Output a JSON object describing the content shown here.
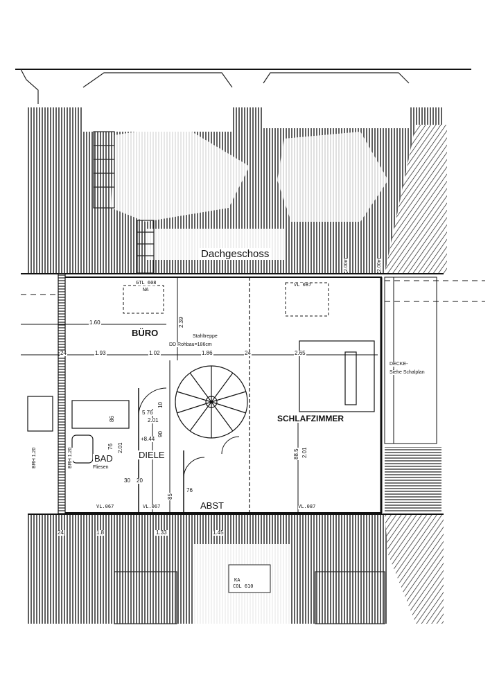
{
  "plan": {
    "floor_label": "Dachgeschoss",
    "rooms": {
      "buero": "BÜRO",
      "schlafzimmer": "SCHLAFZIMMER",
      "bad": "BAD",
      "diele": "DIELE",
      "abst": "ABST"
    },
    "notes": {
      "stahltreppe": "Stahltreppe",
      "dd_rohbau": "DD Rohbau=186cm",
      "decke": "DECKE-",
      "siehe_schalplan": "Siehe Schalplan",
      "fliesen": "Fliesen",
      "brh_left": "BRH 1.20",
      "brh_right": "BRH 1.20",
      "gtl": "GTL 608",
      "na_top": "NA",
      "vl_087_top": "VL 087",
      "vl_067": "VL.067",
      "vl_067b": "VL.067",
      "vl_087_bottom": "VL.087",
      "ka": "KA",
      "col": "COL 610",
      "level": "+8.44",
      "ceiling_a": "2.00m",
      "ceiling_b": "2.00m"
    },
    "dims": {
      "d_160": "1.60",
      "d_193": "1.93",
      "d_102": "1.02",
      "d_186": "1.86",
      "d_239": "2.39",
      "d_24a": "24",
      "d_24b": "24",
      "d_24c": "24",
      "d_265": "2.65",
      "d_86": "86",
      "d_576": "5 76",
      "d_201a": "2.01",
      "d_201b": "2.01",
      "d_201c": "2.01",
      "d_90": "90",
      "d_76a": "76",
      "d_76b": "76",
      "d_20": "20",
      "d_30": "30",
      "d_85": "85",
      "d_885": "88.5",
      "d_133": "1.33",
      "d_18": "1.8",
      "d_145": "1.45",
      "d_10": "10"
    }
  }
}
